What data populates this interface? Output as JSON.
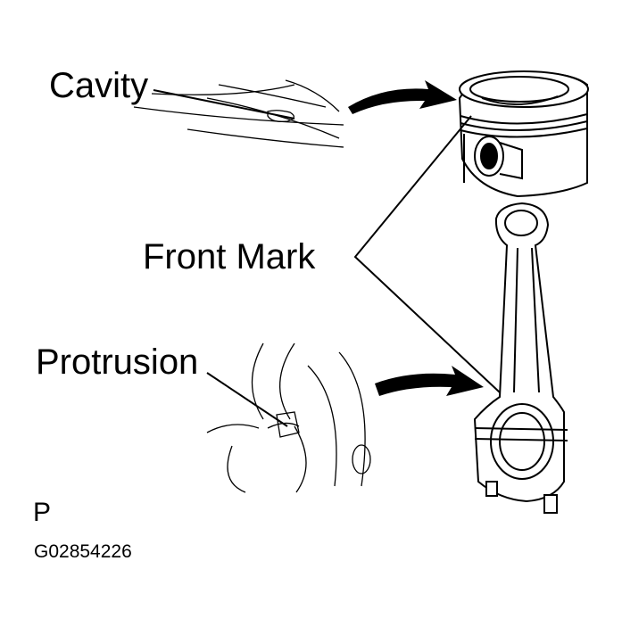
{
  "labels": {
    "cavity": "Cavity",
    "front_mark": "Front Mark",
    "protrusion": "Protrusion",
    "view": "P",
    "figure_id": "G02854226"
  },
  "colors": {
    "ink": "#000000",
    "paper": "#ffffff"
  },
  "icons": {
    "arrow_to_piston": "curved-arrow",
    "arrow_to_rod": "curved-arrow"
  }
}
